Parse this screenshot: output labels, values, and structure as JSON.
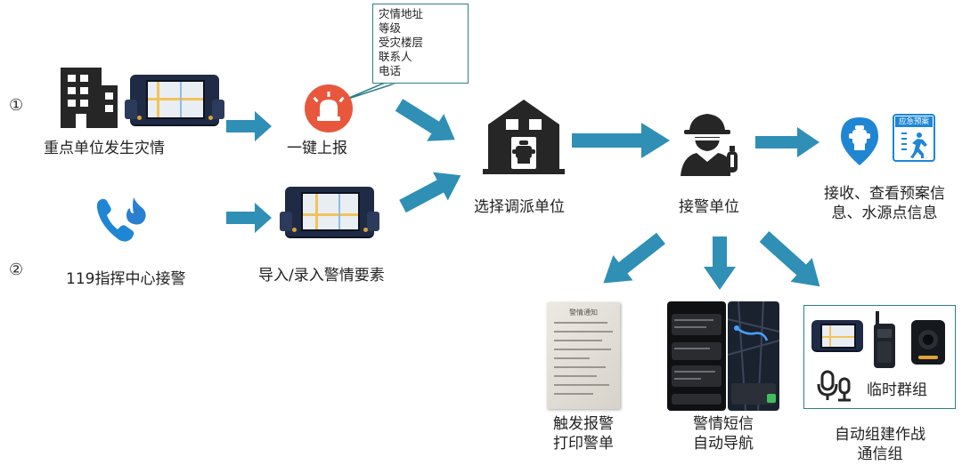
{
  "steps": {
    "one": "①",
    "two": "②"
  },
  "nodes": {
    "disaster": {
      "label": "重点单位发生灾情",
      "icon": "building-icon"
    },
    "report": {
      "label": "一键上报",
      "icon": "alarm-icon"
    },
    "callout": {
      "lines": [
        "灾情地址",
        "等级",
        "受灾楼层",
        "联系人",
        "电话"
      ]
    },
    "center": {
      "label": "119指挥中心接警",
      "icon": "phone-fire-icon"
    },
    "import": {
      "label": "导入/录入警情要素",
      "icon": "terminal-device-icon"
    },
    "dispatch": {
      "label": "选择调派单位",
      "icon": "fire-station-icon"
    },
    "receiver": {
      "label": "接警单位",
      "icon": "firefighter-icon"
    },
    "plan": {
      "lines": [
        "接收、查看预案信",
        "息、水源点信息"
      ],
      "icon": "hydrant-icon",
      "badge": "应急预案"
    },
    "print": {
      "lines": [
        "触发报警",
        "打印警单"
      ],
      "paper_title": "警情通知"
    },
    "sms": {
      "lines": [
        "警情短信",
        "自动导航"
      ]
    },
    "group": {
      "lines": [
        "自动组建作战",
        "通信组"
      ],
      "inner_label": "临时群组"
    }
  },
  "colors": {
    "arrow": "#2f8fb5",
    "border": "#2e7f86",
    "alarm": "#e8573c",
    "icon_dark": "#262626",
    "phone_blue": "#1f86d4",
    "fire_blue": "#2a7fd0"
  }
}
